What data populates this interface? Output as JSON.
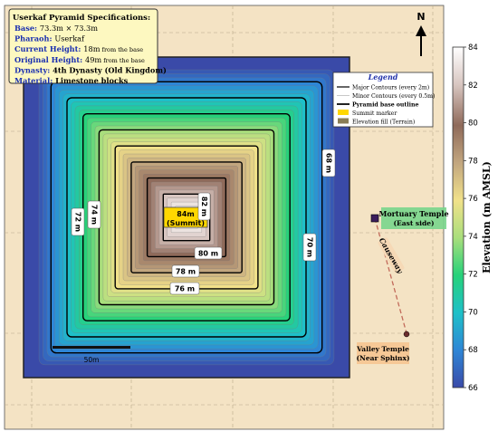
{
  "specs": {
    "title": "Userkaf Pyramid Specifications:",
    "rows": [
      {
        "key": "Base:",
        "value": "73.3m × 73.3m"
      },
      {
        "key": "Pharaoh:",
        "value": "Userkaf"
      },
      {
        "key": "Current Height:",
        "value": "18m",
        "suffix": "from the base"
      },
      {
        "key": "Original Height:",
        "value": "49m",
        "suffix": "from the base"
      },
      {
        "key": "Dynasty:",
        "value": "4th Dynasty (Old Kingdom)"
      },
      {
        "key": "Material:",
        "value": "Limestone blocks"
      }
    ]
  },
  "north": "N",
  "legend": {
    "title": "Legend",
    "items": [
      {
        "label": "Major Contours (every 2m)",
        "kind": "line-major",
        "color": "#000000"
      },
      {
        "label": "Minor Contours (every 0.5m)",
        "kind": "line-minor",
        "color": "#bbbbbb"
      },
      {
        "label": "Pyramid base outline",
        "kind": "line-outline",
        "color": "#222222"
      },
      {
        "label": "Summit marker",
        "kind": "patch",
        "color": "#ffd700"
      },
      {
        "label": "Elevation fill (Terrain)",
        "kind": "patch",
        "color": "#8a7d55"
      }
    ]
  },
  "contour_labels": [
    "68 m",
    "70 m",
    "72 m",
    "74 m",
    "76 m",
    "78 m",
    "80 m",
    "82 m"
  ],
  "summit": {
    "line1": "84m",
    "line2": "(Summit)"
  },
  "scale_bar": "50m",
  "features": {
    "mortuary": {
      "line1": "Mortuary Temple",
      "line2": "(East side)"
    },
    "causeway": "Causeway",
    "valley": {
      "line1": "Valley Temple",
      "line2": "(Near Sphinx)"
    }
  },
  "colorbar": {
    "label": "Elevation (m AMSL)",
    "ticks": [
      "84",
      "82",
      "80",
      "78",
      "76",
      "74",
      "72",
      "70",
      "68",
      "66"
    ],
    "range": [
      66,
      84
    ],
    "colormap": "terrain"
  },
  "chart_data": {
    "type": "heatmap",
    "description_source": "contour map of pyramid elevation",
    "z_range": [
      66,
      84
    ],
    "major_contour_interval": 2,
    "minor_contour_interval": 0.5,
    "major_levels": [
      68,
      70,
      72,
      74,
      76,
      78,
      80,
      82
    ],
    "summit_elevation": 84,
    "colors": {
      "66": "#3a4aa8",
      "68": "#2e86d6",
      "70": "#1ec0c8",
      "72": "#27d27a",
      "74": "#a9de7c",
      "76": "#f1e18a",
      "78": "#c2a67f",
      "80": "#8f6a5a",
      "82": "#d8c6c1",
      "84": "#ffffff"
    }
  }
}
